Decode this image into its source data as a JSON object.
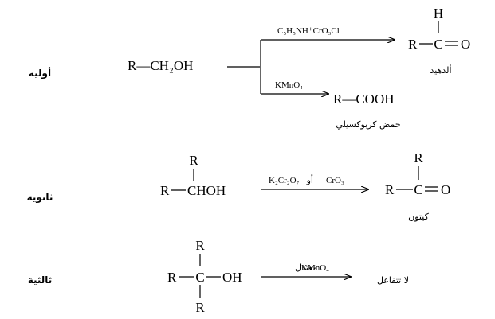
{
  "rows": [
    {
      "label": "أولية",
      "reactant": "R—CH₂OH",
      "reagent_top": "C₅H₅NH⁺CrO₃Cl⁻",
      "product_top": {
        "r": "R",
        "h": "H",
        "c": "C",
        "o": "O"
      },
      "product_top_name": "ألدهيد",
      "reagent_bottom": "KMnO₄",
      "product_bottom": "R—COOH",
      "product_bottom_name": "حمض كربوكسيلي"
    },
    {
      "label": "ثانوية",
      "reactant": {
        "r_top": "R",
        "r": "R",
        "core": "CHOH"
      },
      "reagent_left": "K₂Cr₂O₇",
      "reagent_or": "أو",
      "reagent_right": "CrO₃",
      "product": {
        "r_top": "R",
        "r": "R",
        "c": "C",
        "o": "O"
      },
      "product_name": "كيتون"
    },
    {
      "label": "ثالثية",
      "reactant": {
        "r_top": "R",
        "r_bottom": "R",
        "r": "R",
        "c": "C",
        "oh": "OH"
      },
      "reagent_word": "معتدل",
      "reagent": "KMnO₄",
      "result": "لا تتفاعل"
    }
  ]
}
